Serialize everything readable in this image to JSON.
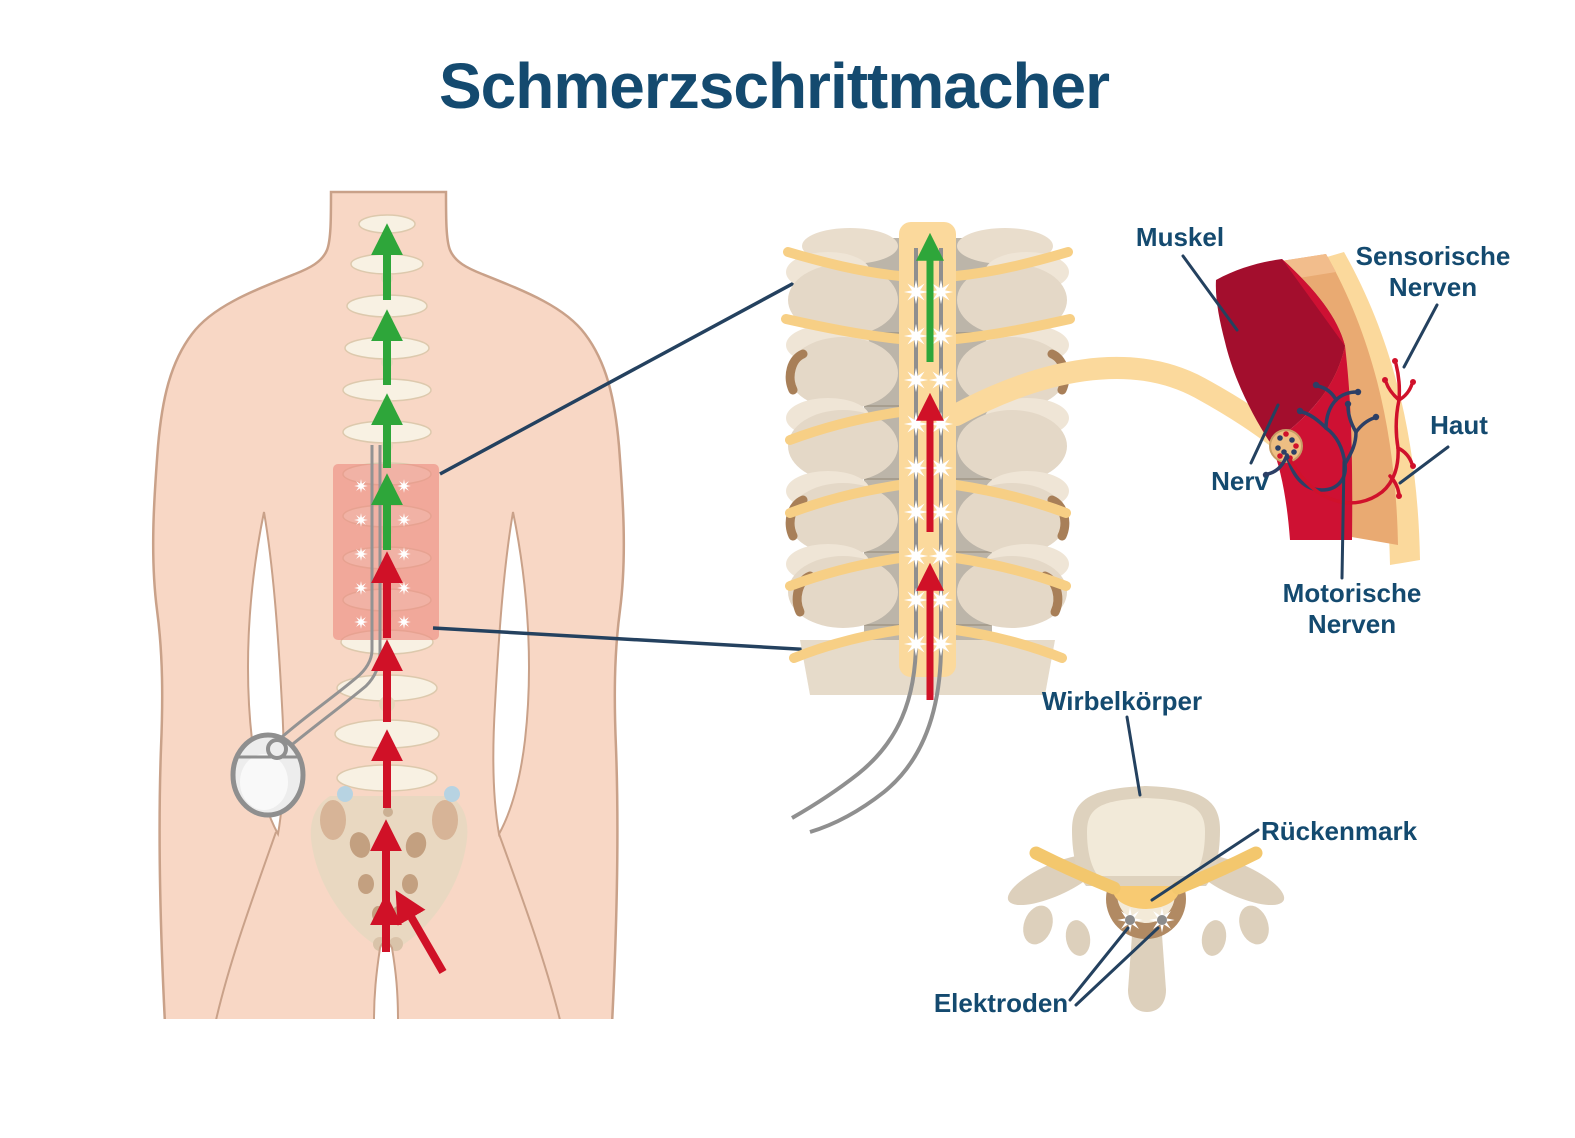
{
  "title": "Schmerzschrittmacher",
  "labels": {
    "muskel": "Muskel",
    "sensorische_line1": "Sensorische",
    "sensorische_line2": "Nerven",
    "haut": "Haut",
    "nerv": "Nerv",
    "motorische_line1": "Motorische",
    "motorische_line2": "Nerven",
    "wirbelkoerper": "Wirbelkörper",
    "rueckenmark": "Rückenmark",
    "elektroden": "Elektroden"
  },
  "colors": {
    "title_text": "#144a6f",
    "label_text": "#144a6f",
    "leader_line": "#24415f",
    "skin": "#f8d7c5",
    "skin_outline": "#c9a189",
    "highlight_red": "#ee8a80",
    "arrow_green": "#2ea63a",
    "arrow_red": "#d01127",
    "wire_gray": "#8f8f8f",
    "bone_cream": "#f8f1e3",
    "vertebra_beige": "#e4d8c7",
    "canal_yellow": "#fbd99c",
    "nerve_yellow": "#f7cf85",
    "muscle_dark_red": "#a30e2d",
    "muscle_red": "#ce1133",
    "skin_tan": "#e9aa72",
    "motor_nerve_navy": "#2c3f66",
    "sensory_nerve_red": "#d0112b"
  }
}
